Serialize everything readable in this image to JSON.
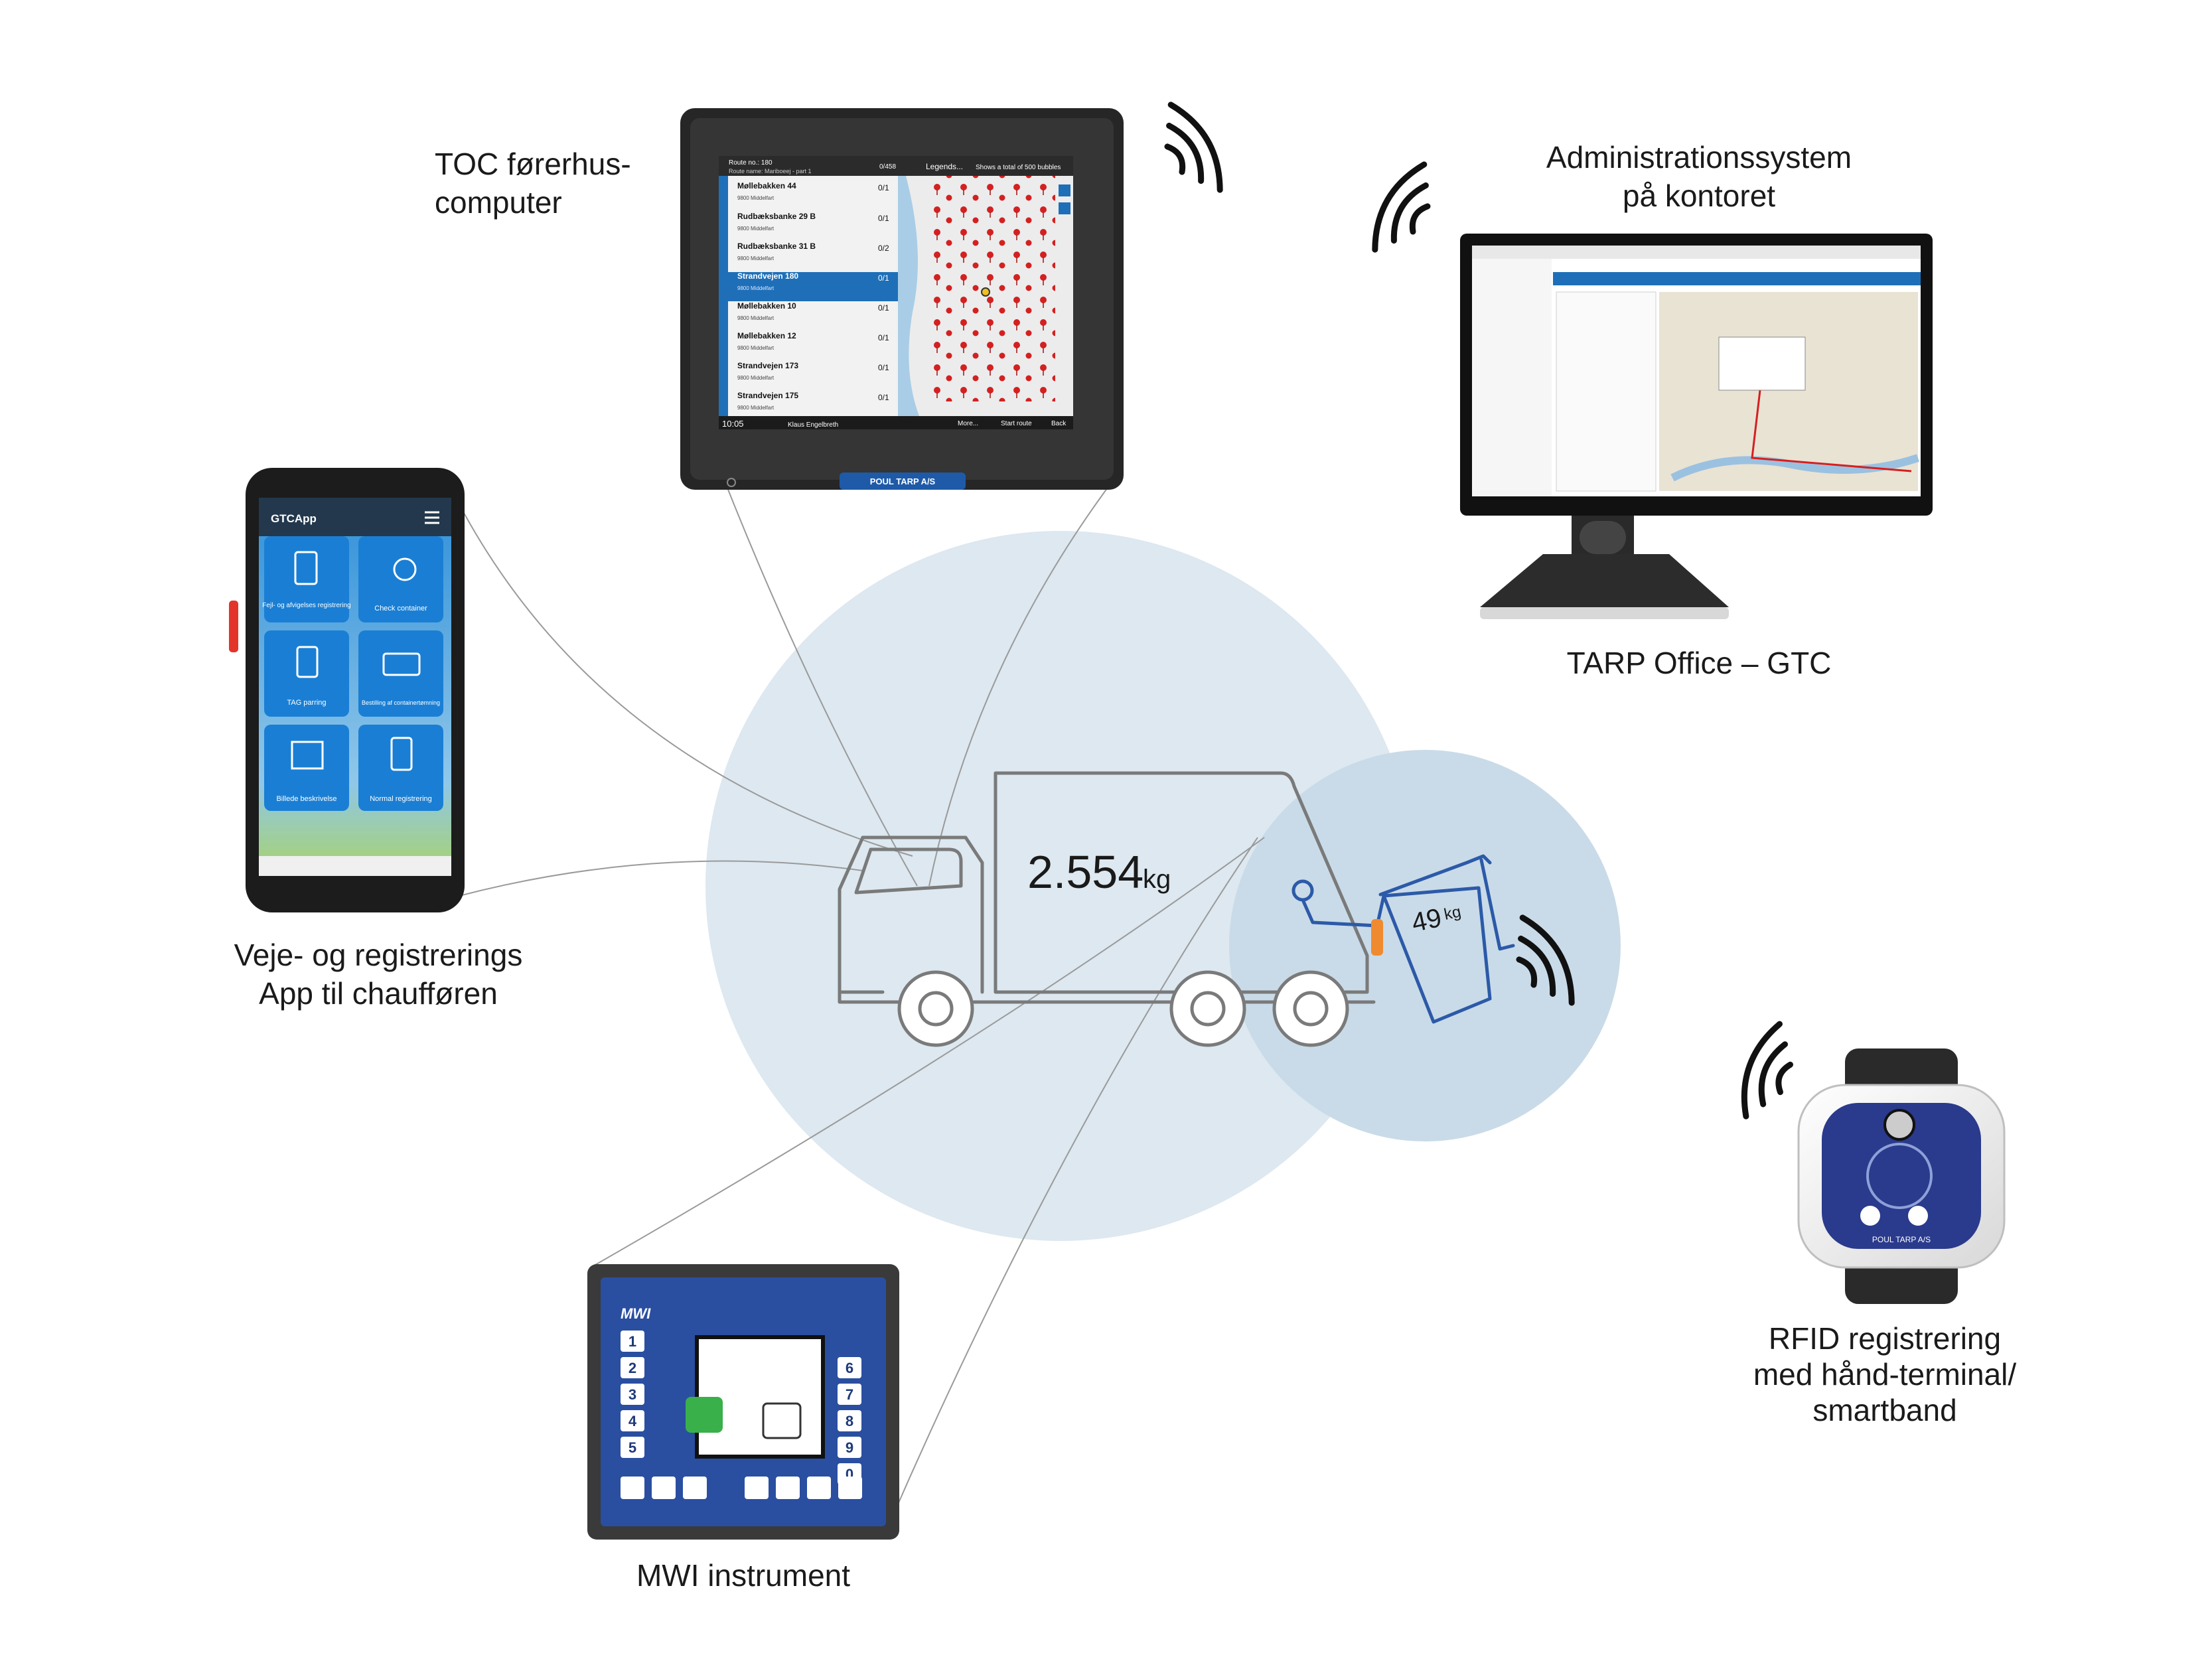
{
  "labels": {
    "toc": [
      "TOC førerhus-",
      "computer"
    ],
    "admin": [
      "Administrationssystem",
      "på kontoret"
    ],
    "tarp_office": "TARP Office – GTC",
    "app": [
      "Veje- og registrerings",
      "App til chaufføren"
    ],
    "mwi": "MWI instrument",
    "rfid": [
      "RFID registrering",
      "med hånd-terminal/",
      "smartband"
    ]
  },
  "truck": {
    "weight_value": "2.554",
    "weight_unit": "kg"
  },
  "bin": {
    "weight_value": "49",
    "weight_unit": "kg"
  },
  "toc_screen": {
    "header_left": "Route no.: 180",
    "header_sub": "Route name: Mariboeej - part 1",
    "counter": "0/458",
    "legends": "Legends...",
    "bubbles": "Shows a total of 500 bubbles",
    "items": [
      {
        "address": "Møllebakken 44",
        "city": "9800 Middelfart",
        "count": "0/1"
      },
      {
        "address": "Rudbæksbanke 29 B",
        "city": "9800 Middelfart",
        "count": "0/1"
      },
      {
        "address": "Rudbæksbanke 31 B",
        "city": "9800 Middelfart",
        "count": "0/2"
      },
      {
        "address": "Strandvejen 180",
        "city": "9800 Middelfart",
        "count": "0/1"
      },
      {
        "address": "Møllebakken 10",
        "city": "9800 Middelfart",
        "count": "0/1"
      },
      {
        "address": "Møllebakken 12",
        "city": "9800 Middelfart",
        "count": "0/1"
      },
      {
        "address": "Strandvejen 173",
        "city": "9800 Middelfart",
        "count": "0/1"
      },
      {
        "address": "Strandvejen 175",
        "city": "9800 Middelfart",
        "count": "0/1"
      }
    ],
    "time": "10:05",
    "driver": "Klaus Engelbreth",
    "more": "More...",
    "start_route": "Start route",
    "back": "Back",
    "brand": "POUL TARP A/S"
  },
  "phone": {
    "app_title": "GTCApp",
    "tiles": [
      "Fejl- og afvigelses registrering",
      "Check container",
      "TAG parring",
      "Bestilling af containertømning",
      "Billede beskrivelse",
      "Normal registrering"
    ]
  },
  "mwi_device": {
    "logo": "MWI",
    "keys_left": [
      "1",
      "2",
      "3",
      "4",
      "5"
    ],
    "keys_right": [
      "6",
      "7",
      "8",
      "9",
      "0"
    ]
  },
  "rfid_device": {
    "brand": "POUL TARP A/S"
  },
  "colors": {
    "bubble_big": "#dde8f0",
    "bubble_small": "#c9dbe8",
    "truck_line": "#7a7a7a",
    "bin_blue": "#2c5aa8",
    "toc_list_blue": "#1e6fb8",
    "phone_tile_blue": "#1a7fd4",
    "mwi_blue": "#2a4fa0",
    "rfid_blue": "#2a3a8c",
    "map_pin_red": "#d42020"
  }
}
